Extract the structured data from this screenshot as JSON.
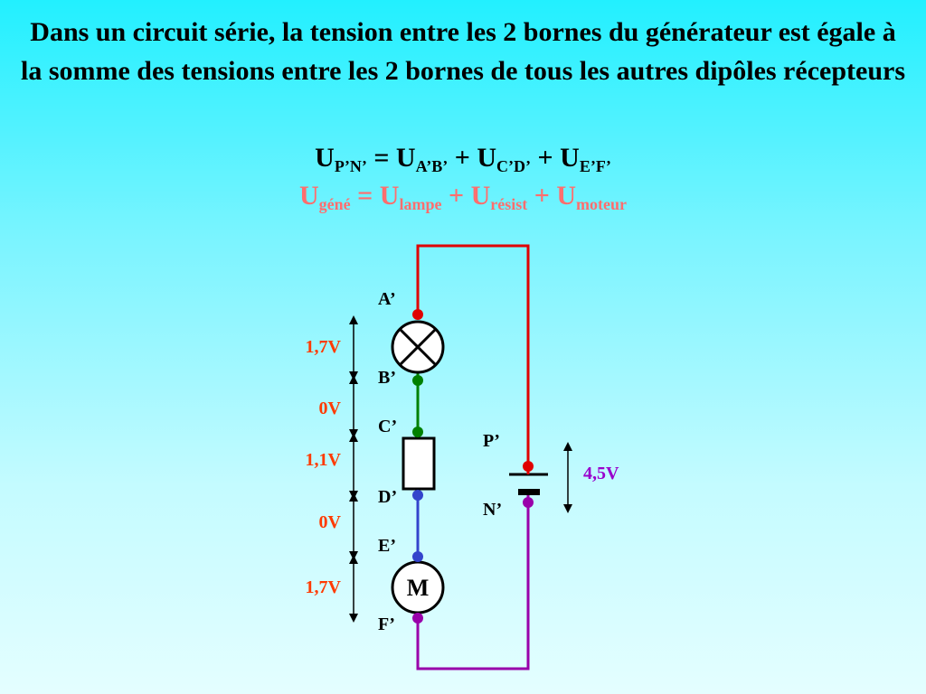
{
  "heading": {
    "text": "Dans un circuit série, la tension entre les 2 bornes du générateur est égale à la somme des tensions entre les 2 bornes de tous les autres dipôles récepteurs"
  },
  "equation1": {
    "u1": "U",
    "s1": "P’N’",
    "eq": " = ",
    "u2": "U",
    "s2": "A’B’",
    "plus1": " + ",
    "u3": "U",
    "s3": "C’D’",
    "plus2": " + ",
    "u4": "U",
    "s4": "E’F’"
  },
  "equation2": {
    "u1": "U",
    "s1": "géné",
    "eq": " = ",
    "u2": "U",
    "s2": "lampe",
    "plus1": " + ",
    "u3": "U",
    "s3": "résist",
    "plus2": " + ",
    "u4": "U",
    "s4": "moteur"
  },
  "nodes": {
    "a": "A’",
    "b": "B’",
    "c": "C’",
    "d": "D’",
    "e": "E’",
    "f": "F’",
    "p": "P’",
    "n": "N’"
  },
  "voltages": {
    "lamp": "1,7V",
    "wire_bc": "0V",
    "resistor": "1,1V",
    "wire_de": "0V",
    "motor": "1,7V",
    "generator": "4,5V"
  },
  "motor_symbol": "M",
  "colors": {
    "wire_red": "#e00000",
    "wire_green": "#008000",
    "wire_blue": "#3344cc",
    "wire_purple": "#9900aa",
    "voltage_label": "#ff3a00",
    "generator_label": "#9900cc",
    "equation2": "#ff6e6e"
  }
}
